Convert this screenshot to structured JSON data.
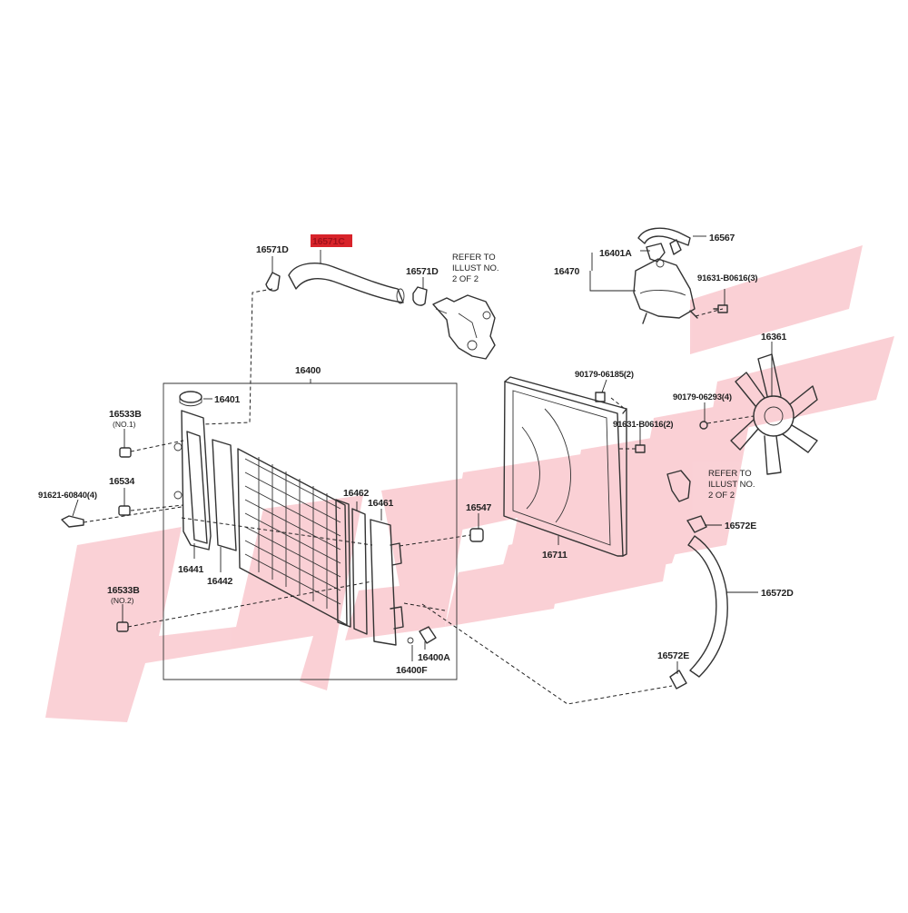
{
  "diagram": {
    "highlight_color": "#d8232a",
    "watermark_color": "#f6a3ad",
    "highlighted_part": "16571C",
    "labels": {
      "p16571C": "16571C",
      "p16571D_a": "16571D",
      "p16571D_b": "16571D",
      "p16567": "16567",
      "p16401A": "16401A",
      "p16470": "16470",
      "p91631_a": "91631-B0616(3)",
      "p16361": "16361",
      "p90179_06185": "90179-06185(2)",
      "p90179_06293": "90179-06293(4)",
      "p91631_b": "91631-B0616(2)",
      "p16400": "16400",
      "p16401": "16401",
      "p16533B_a": "16533B",
      "p16533B_a_sub": "(NO.1)",
      "p16534": "16534",
      "p91621": "91621-60840(4)",
      "p16462": "16462",
      "p16461": "16461",
      "p16547": "16547",
      "p16711": "16711",
      "p16441": "16441",
      "p16442": "16442",
      "p16533B_b": "16533B",
      "p16533B_b_sub": "(NO.2)",
      "p16400A": "16400A",
      "p16400F": "16400F",
      "p16572E_a": "16572E",
      "p16572D": "16572D",
      "p16572E_b": "16572E"
    },
    "refer_notes": [
      {
        "line1": "REFER TO",
        "line2": "ILLUST NO.",
        "line3": "2 OF 2"
      },
      {
        "line1": "REFER TO",
        "line2": "ILLUST NO.",
        "line3": "2 OF 2"
      }
    ]
  }
}
